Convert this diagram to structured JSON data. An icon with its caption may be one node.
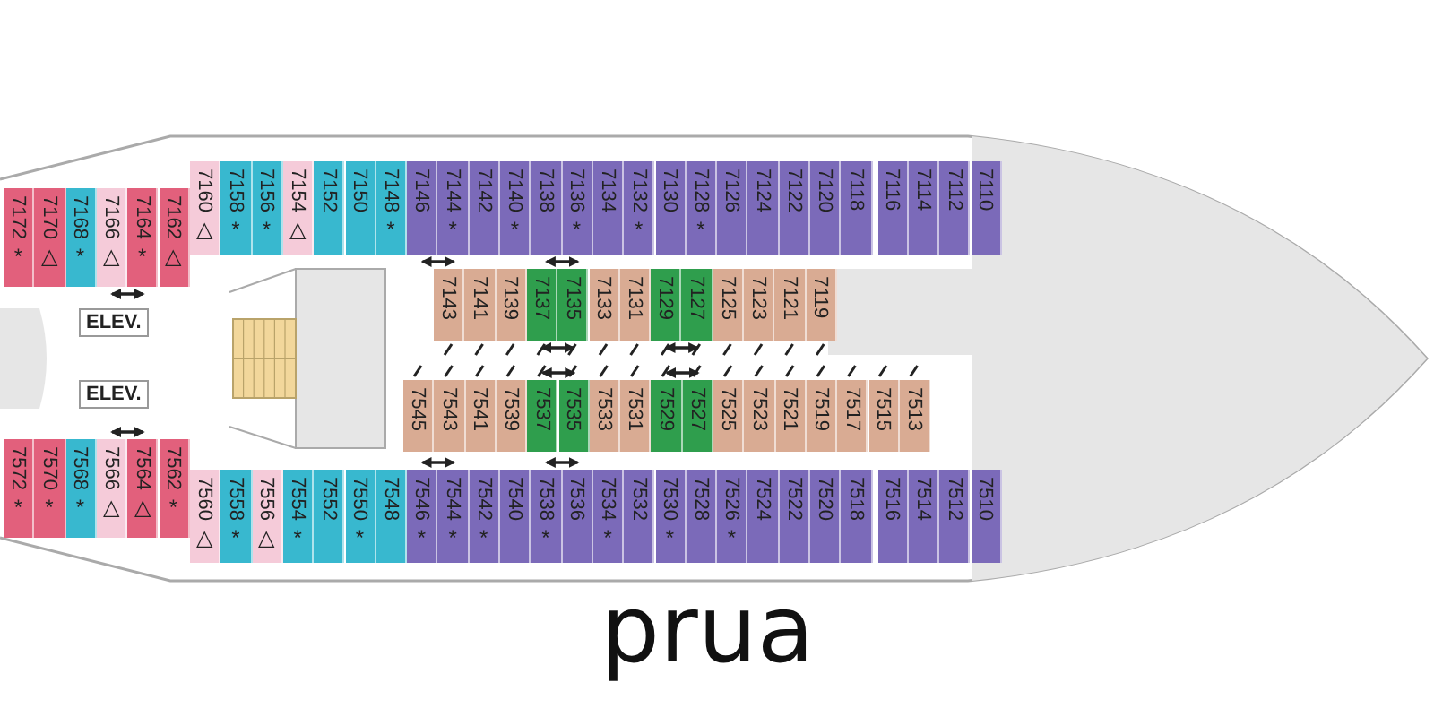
{
  "diagram": {
    "nodes": [
      {
        "text": [
          "7172",
          "*"
        ]
      },
      {
        "text": [
          "7170",
          "△"
        ]
      },
      {
        "text": [
          "7168",
          "*"
        ]
      },
      {
        "text": [
          "7166",
          "△"
        ]
      },
      {
        "text": [
          "7164",
          "*"
        ]
      },
      {
        "text": [
          "7162",
          "△"
        ]
      },
      {
        "text": [
          "7160",
          "△"
        ]
      },
      {
        "text": [
          "7158",
          "*"
        ]
      },
      {
        "text": [
          "7156",
          "*"
        ]
      },
      {
        "text": [
          "7154",
          "△"
        ]
      },
      {
        "text": [
          "7152"
        ]
      },
      {
        "text": [
          "7150"
        ]
      },
      {
        "text": [
          "7148",
          "*"
        ]
      },
      {
        "text": [
          "7146"
        ]
      },
      {
        "text": [
          "7144",
          "*"
        ]
      },
      {
        "text": [
          "7142"
        ]
      },
      {
        "text": [
          "7140",
          "*"
        ]
      },
      {
        "text": [
          "7138"
        ]
      },
      {
        "text": [
          "7136",
          "*"
        ]
      },
      {
        "text": [
          "7134"
        ]
      },
      {
        "text": [
          "7132",
          "*"
        ]
      },
      {
        "text": [
          "7130"
        ]
      },
      {
        "text": [
          "7128",
          "*"
        ]
      },
      {
        "text": [
          "7126"
        ]
      },
      {
        "text": [
          "7124"
        ]
      },
      {
        "text": [
          "7122"
        ]
      },
      {
        "text": [
          "7120"
        ]
      },
      {
        "text": [
          "7118"
        ]
      },
      {
        "text": [
          "7116"
        ]
      },
      {
        "text": [
          "7114"
        ]
      },
      {
        "text": [
          "7112"
        ]
      },
      {
        "text": [
          "7110"
        ]
      },
      {
        "text": [
          "7143"
        ]
      },
      {
        "text": [
          "7141"
        ]
      },
      {
        "text": [
          "7139"
        ]
      },
      {
        "text": [
          "7137"
        ]
      },
      {
        "text": [
          "7135"
        ]
      },
      {
        "text": [
          "7133"
        ]
      },
      {
        "text": [
          "7131"
        ]
      },
      {
        "text": [
          "7129"
        ]
      },
      {
        "text": [
          "7127"
        ]
      },
      {
        "text": [
          "7125"
        ]
      },
      {
        "text": [
          "7123"
        ]
      },
      {
        "text": [
          "7121"
        ]
      },
      {
        "text": [
          "7119"
        ]
      },
      {
        "text": [
          "7545"
        ]
      },
      {
        "text": [
          "7543"
        ]
      },
      {
        "text": [
          "7541"
        ]
      },
      {
        "text": [
          "7539"
        ]
      },
      {
        "text": [
          "7537"
        ]
      },
      {
        "text": [
          "7535"
        ]
      },
      {
        "text": [
          "7533"
        ]
      },
      {
        "text": [
          "7531"
        ]
      },
      {
        "text": [
          "7529"
        ]
      },
      {
        "text": [
          "7527"
        ]
      },
      {
        "text": [
          "7525"
        ]
      },
      {
        "text": [
          "7523"
        ]
      },
      {
        "text": [
          "7521"
        ]
      },
      {
        "text": [
          "7519"
        ]
      },
      {
        "text": [
          "7517"
        ]
      },
      {
        "text": [
          "7515"
        ]
      },
      {
        "text": [
          "7513"
        ]
      },
      {
        "text": [
          "7572",
          "*"
        ]
      },
      {
        "text": [
          "7570",
          "*"
        ]
      },
      {
        "text": [
          "7568",
          "*"
        ]
      },
      {
        "text": [
          "7566",
          "△"
        ]
      },
      {
        "text": [
          "7564",
          "△"
        ]
      },
      {
        "text": [
          "7562",
          "*"
        ]
      },
      {
        "text": [
          "7560",
          "△"
        ]
      },
      {
        "text": [
          "7558",
          "*"
        ]
      },
      {
        "text": [
          "7556",
          "△"
        ]
      },
      {
        "text": [
          "7554",
          "*"
        ]
      },
      {
        "text": [
          "7552"
        ]
      },
      {
        "text": [
          "7550",
          "*"
        ]
      },
      {
        "text": [
          "7548"
        ]
      },
      {
        "text": [
          "7546",
          "*"
        ]
      },
      {
        "text": [
          "7544",
          "*"
        ]
      },
      {
        "text": [
          "7542",
          "*"
        ]
      },
      {
        "text": [
          "7540"
        ]
      },
      {
        "text": [
          "7538",
          "*"
        ]
      },
      {
        "text": [
          "7536"
        ]
      },
      {
        "text": [
          "7534",
          "*"
        ]
      },
      {
        "text": [
          "7532"
        ]
      },
      {
        "text": [
          "7530",
          "*"
        ]
      },
      {
        "text": [
          "7528"
        ]
      },
      {
        "text": [
          "7526",
          "*"
        ]
      },
      {
        "text": [
          "7524"
        ]
      },
      {
        "text": [
          "7522"
        ]
      },
      {
        "text": [
          "7520"
        ]
      },
      {
        "text": [
          "7518"
        ]
      },
      {
        "text": [
          "7516"
        ]
      },
      {
        "text": [
          "7514"
        ]
      },
      {
        "text": [
          "7512"
        ]
      },
      {
        "text": [
          "7510"
        ]
      }
    ],
    "edges": [
      {
        "from": 3,
        "to": 4,
        "arrow": "both"
      },
      {
        "from": 13,
        "to": 14,
        "arrow": "both"
      },
      {
        "from": 17,
        "to": 18,
        "arrow": "both"
      },
      {
        "from": 35,
        "to": 36,
        "arrow": "both"
      },
      {
        "from": 39,
        "to": 40,
        "arrow": "both"
      },
      {
        "from": 49,
        "to": 50,
        "arrow": "both"
      },
      {
        "from": 53,
        "to": 54,
        "arrow": "both"
      },
      {
        "from": 65,
        "to": 66,
        "arrow": "both"
      },
      {
        "from": 75,
        "to": 76,
        "arrow": "both"
      },
      {
        "from": 79,
        "to": 80,
        "arrow": "both"
      }
    ],
    "labels": [
      "ELEV.",
      "ELEV.",
      "prua"
    ]
  }
}
